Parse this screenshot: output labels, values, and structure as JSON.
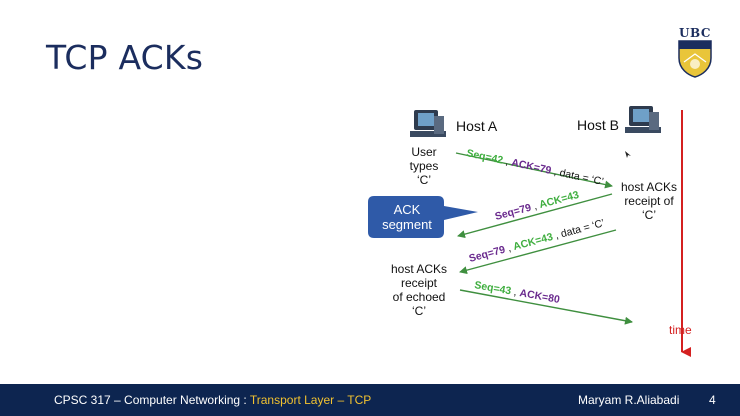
{
  "slide": {
    "title": "TCP ACKs",
    "logo_text": "UBC",
    "host_a_label": "Host A",
    "host_b_label": "Host B",
    "user_types": [
      "User",
      "types",
      "‘C’"
    ],
    "host_b_acks": [
      "host ACKs",
      "receipt of",
      "‘C’"
    ],
    "host_a_acks": [
      "host ACKs",
      "receipt",
      "of echoed",
      "‘C’"
    ],
    "callout": [
      "ACK",
      "segment"
    ],
    "time_label": "time",
    "msg1": {
      "seq": "Seq=42",
      "ack": "ACK=79",
      "rest": ", data = ‘C’"
    },
    "msg2": {
      "seq": "Seq=79",
      "ack": "ACK=43"
    },
    "msg3": {
      "seq": "Seq=79",
      "ack": "ACK=43",
      "rest": ", data = ‘C’"
    },
    "msg4": {
      "seq": "Seq=43",
      "ack": "ACK=80"
    }
  },
  "footer": {
    "course_prefix": "CPSC 317 –  Computer Networking : ",
    "course_topic": "Transport Layer – TCP",
    "author": "Maryam R.Aliabadi",
    "page": "4"
  },
  "colors": {
    "title": "#1b2d5e",
    "seq": "#3fae3f",
    "ack": "#6a2a8e",
    "arrow": "#3f8f3f",
    "time_line": "#d42020",
    "callout": "#2f5aa8",
    "footer_bg": "#0d2550",
    "footer_highlight": "#f2c230"
  }
}
